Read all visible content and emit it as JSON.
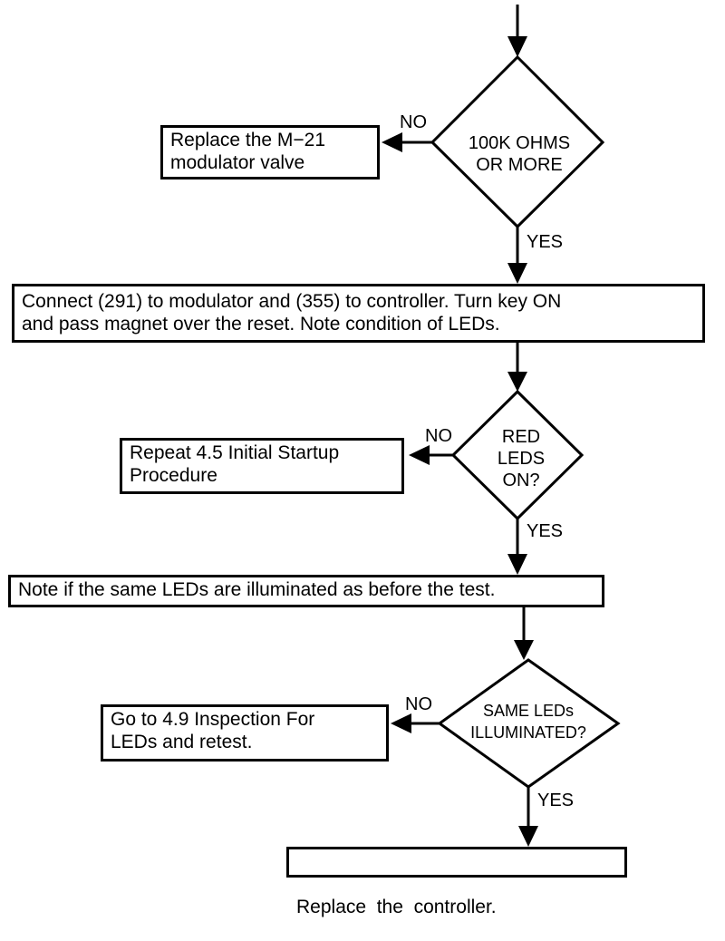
{
  "flowchart": {
    "decision1": {
      "lines": [
        "100K OHMS",
        "OR MORE"
      ],
      "no": "NO",
      "yes": "YES"
    },
    "box_replace_valve": {
      "lines": [
        "Replace the M−21",
        "modulator valve"
      ]
    },
    "box_connect": {
      "lines": [
        "Connect (291) to modulator and (355) to controller. Turn key ON",
        "and pass magnet over the reset. Note condition of LEDs."
      ]
    },
    "decision2": {
      "lines": [
        "RED",
        "LEDS",
        "ON?"
      ],
      "no": "NO",
      "yes": "YES"
    },
    "box_repeat": {
      "lines": [
        "Repeat 4.5 Initial Startup",
        "Procedure"
      ]
    },
    "box_note": {
      "lines": [
        "Note if the same LEDs are illuminated as before the test."
      ]
    },
    "decision3": {
      "lines": [
        "SAME LEDs",
        "ILLUMINATED?"
      ],
      "no": "NO",
      "yes": "YES"
    },
    "box_goto": {
      "lines": [
        "Go to 4.9 Inspection For",
        "LEDs and retest."
      ]
    },
    "box_replace_controller": {
      "lines": [
        "Replace  the  controller."
      ]
    }
  }
}
